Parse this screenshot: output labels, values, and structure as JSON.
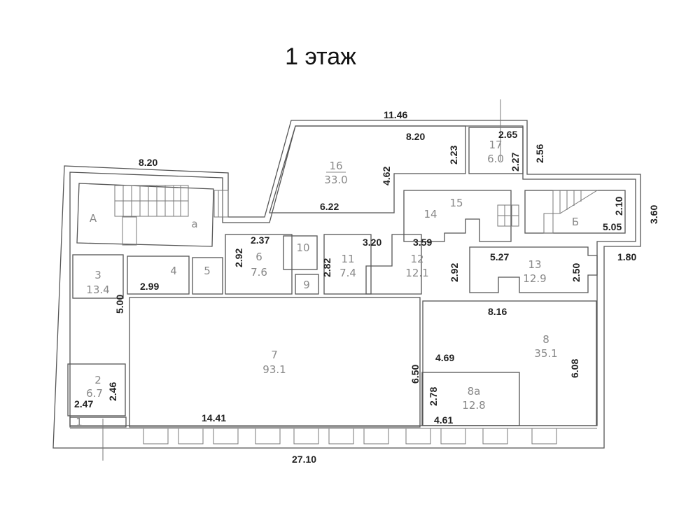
{
  "title": "1 этаж",
  "rooms": {
    "r16": {
      "num": "16",
      "area": "33.0"
    },
    "r17": {
      "num": "17",
      "area": "6.0"
    },
    "r3": {
      "num": "3",
      "area": "13.4"
    },
    "r4": {
      "num": "4"
    },
    "r5": {
      "num": "5"
    },
    "r6": {
      "num": "6",
      "area": "7.6"
    },
    "r9": {
      "num": "9"
    },
    "r10": {
      "num": "10"
    },
    "r11": {
      "num": "11",
      "area": "7.4"
    },
    "r12": {
      "num": "12",
      "area": "12.1"
    },
    "r13": {
      "num": "13",
      "area": "12.9"
    },
    "r14": {
      "num": "14"
    },
    "r15": {
      "num": "15"
    },
    "r7": {
      "num": "7",
      "area": "93.1"
    },
    "r8": {
      "num": "8",
      "area": "35.1"
    },
    "r8a": {
      "num": "8а",
      "area": "12.8"
    },
    "r2": {
      "num": "2",
      "area": "6.7"
    },
    "r1": {
      "num": "1"
    },
    "stairA": {
      "label": "А",
      "sub": "а"
    },
    "stairB": {
      "label": "Б"
    }
  },
  "dimensions": {
    "d1146": "11.46",
    "d820top": "8.20",
    "d820left": "8.20",
    "d265": "2.65",
    "d223": "2.23",
    "d227": "2.27",
    "d256": "2.56",
    "d462": "4.62",
    "d622": "6.22",
    "d237": "2.37",
    "d292a": "2.92",
    "d282": "2.82",
    "d320": "3.20",
    "d359": "3.59",
    "d292b": "2.92",
    "d527": "5.27",
    "d250": "2.50",
    "d210": "2.10",
    "d360": "3.60",
    "d505": "5.05",
    "d180": "1.80",
    "d299": "2.99",
    "d500": "5.00",
    "d816": "8.16",
    "d469": "4.69",
    "d608": "6.08",
    "d650": "6.50",
    "d278": "2.78",
    "d461": "4.61",
    "d1441": "14.41",
    "d246": "2.46",
    "d247": "2.47",
    "d2710": "27.10"
  }
}
